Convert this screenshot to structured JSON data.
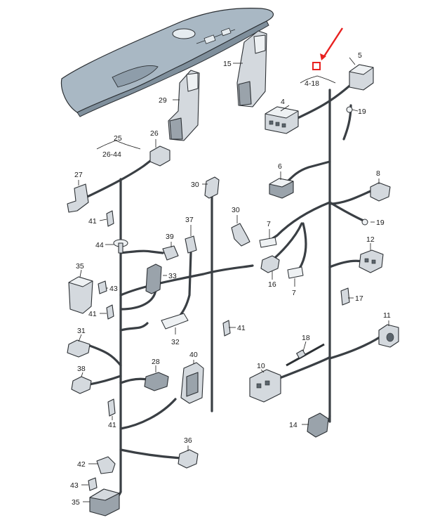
{
  "callouts": {
    "c15": "15",
    "c5": "5",
    "c4_18": "4-18",
    "c4": "4",
    "c19a": "19",
    "c29": "29",
    "c25": "25",
    "c26_44": "26-44",
    "c26": "26",
    "c6": "6",
    "c8": "8",
    "c27": "27",
    "c30a": "30",
    "c30b": "30",
    "c19b": "19",
    "c41a": "41",
    "c37": "37",
    "c7a": "7",
    "c39": "39",
    "c44": "44",
    "c12": "12",
    "c35a": "35",
    "c33": "33",
    "c16": "16",
    "c7b": "7",
    "c43a": "43",
    "c17": "17",
    "c41b": "41",
    "c41c": "41",
    "c11": "11",
    "c31": "31",
    "c32": "32",
    "c18": "18",
    "c40": "40",
    "c28": "28",
    "c10": "10",
    "c38": "38",
    "c41d": "41",
    "c14": "14",
    "c36": "36",
    "c42": "42",
    "c43b": "43",
    "c35b": "35"
  },
  "colors": {
    "highlight": "#e8201f",
    "wire": "#3a3f44",
    "part_fill": "#d4d9de",
    "panel_fill": "#a9b8c4"
  }
}
